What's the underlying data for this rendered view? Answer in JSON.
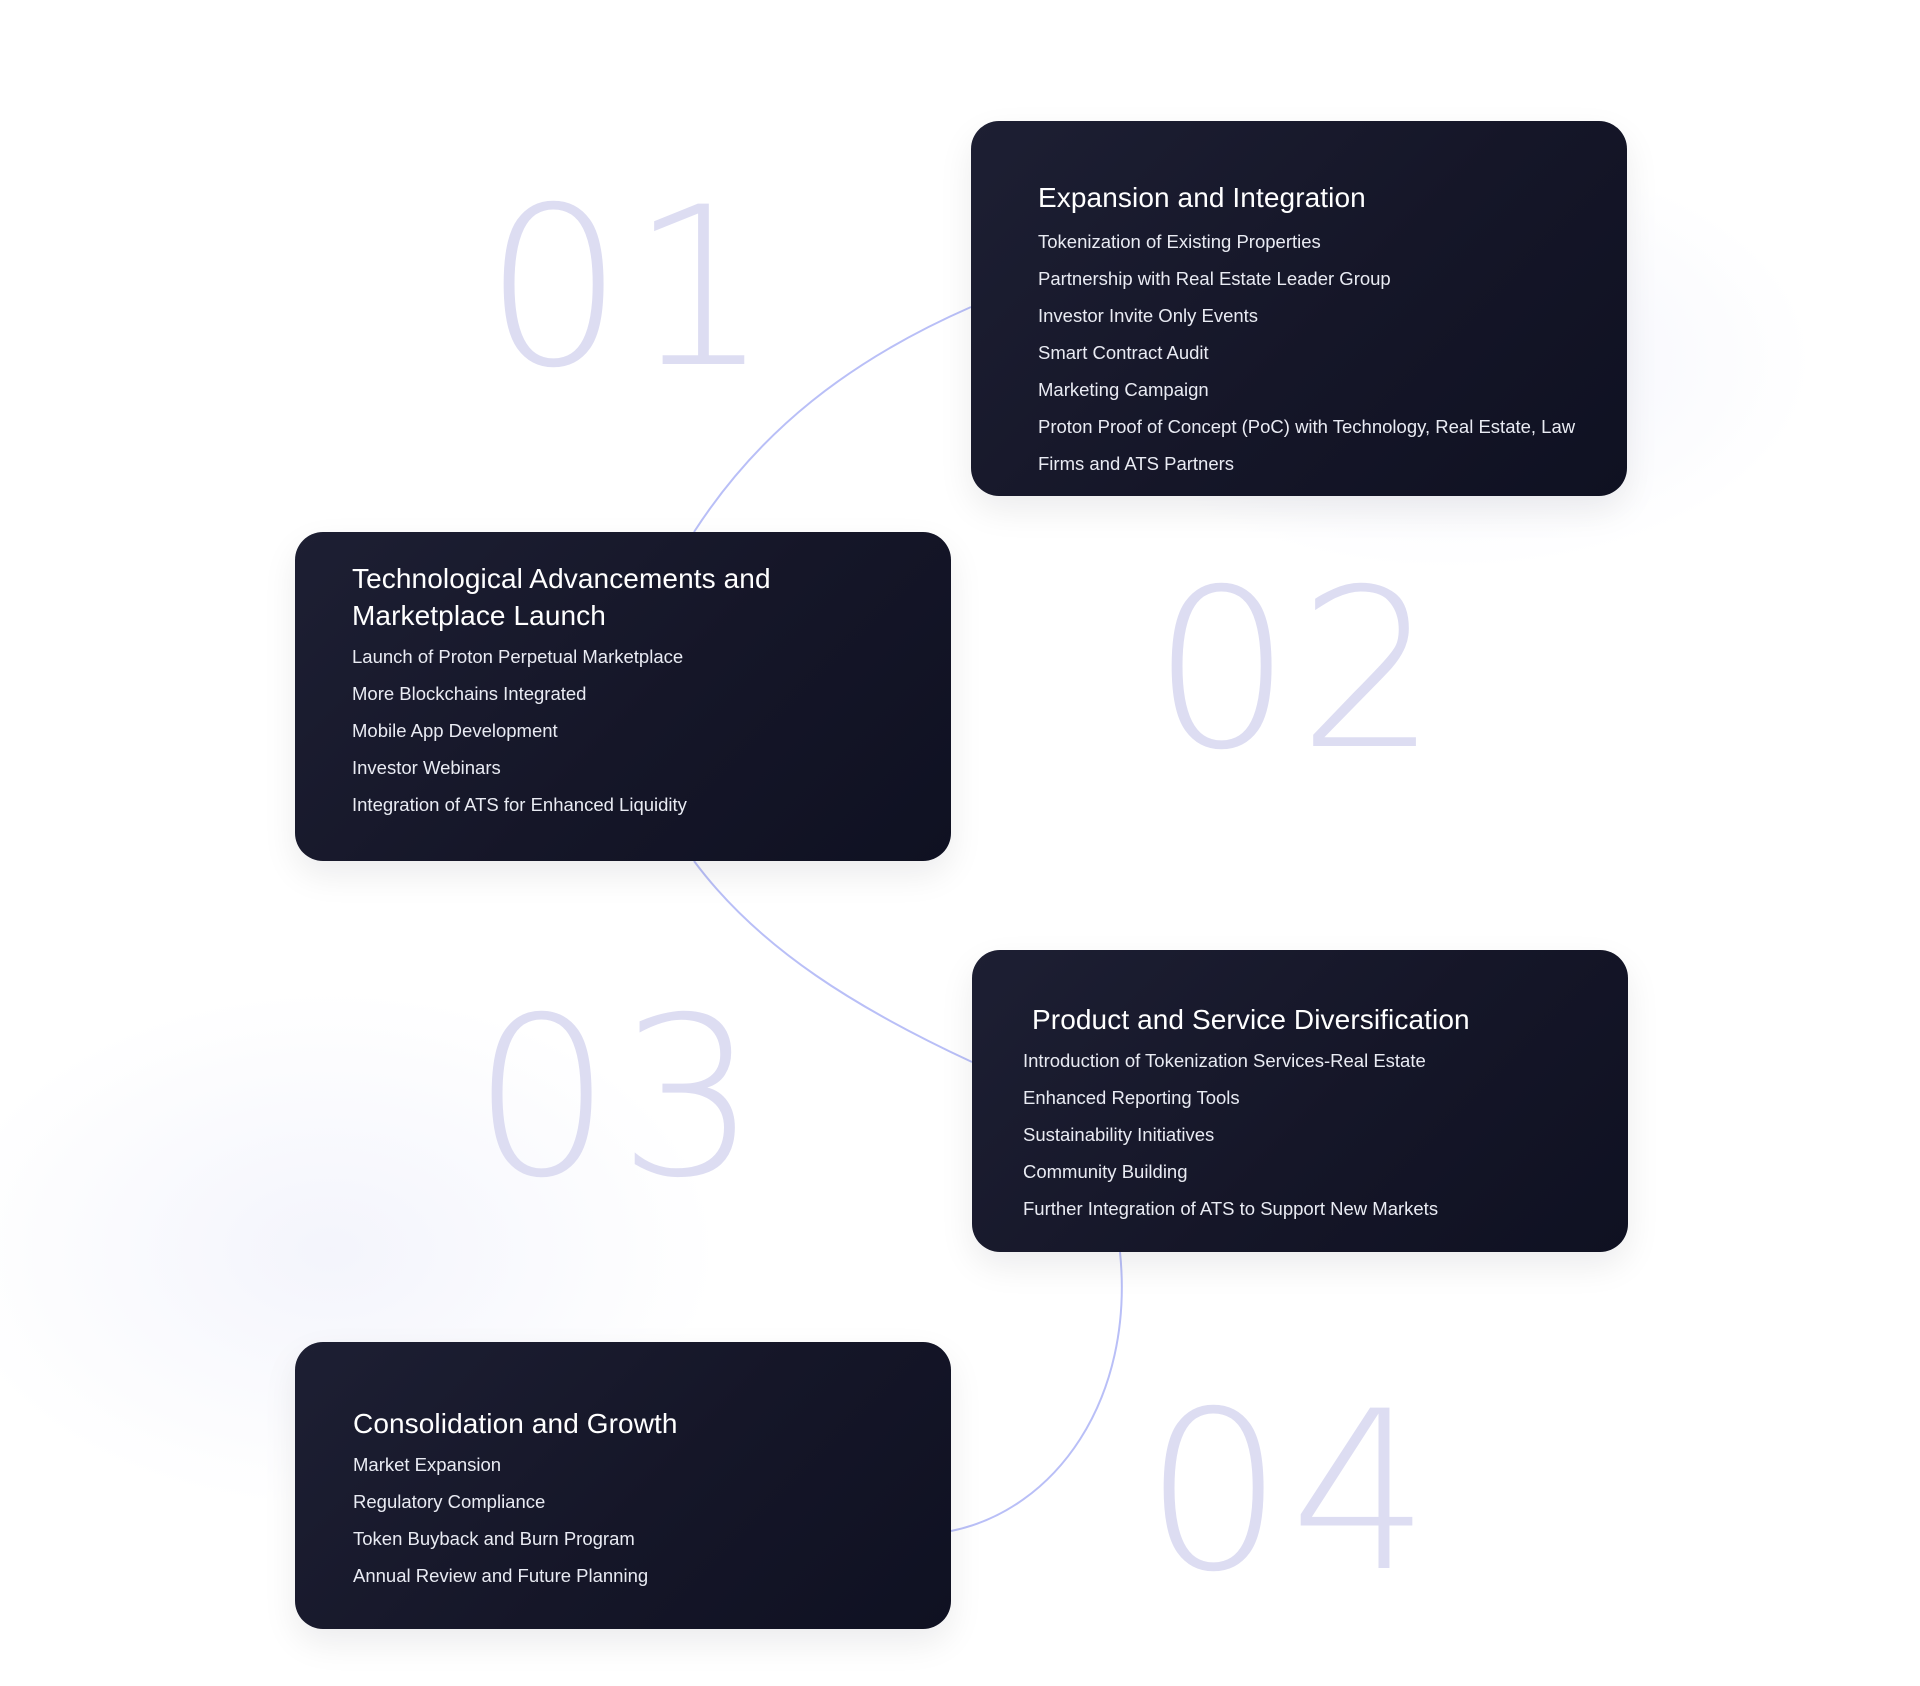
{
  "steps": [
    {
      "number": "01",
      "title": "Expansion and Integration",
      "items": [
        "Tokenization of Existing Properties",
        "Partnership with Real Estate Leader Group",
        "Investor Invite Only Events",
        "Smart Contract Audit",
        "Marketing Campaign",
        "Proton Proof of Concept (PoC) with Technology, Real Estate, Law Firms and ATS Partners"
      ]
    },
    {
      "number": "02",
      "title": "Technological Advancements and Marketplace Launch",
      "items": [
        "Launch of Proton Perpetual Marketplace",
        "More Blockchains Integrated",
        "Mobile App Development",
        "Investor Webinars",
        "Integration of ATS for Enhanced Liquidity"
      ]
    },
    {
      "number": "03",
      "title": "Product and Service Diversification",
      "items": [
        "Introduction of Tokenization Services-Real Estate",
        "Enhanced Reporting Tools",
        "Sustainability Initiatives",
        "Community Building",
        "Further Integration of ATS to Support New Markets"
      ]
    },
    {
      "number": "04",
      "title": "Consolidation and Growth",
      "items": [
        "Market Expansion",
        "Regulatory Compliance",
        "Token Buyback and Burn Program",
        "Annual Review and Future Planning"
      ]
    }
  ],
  "colors": {
    "card_background": "#151628",
    "card_text": "#ffffff",
    "connector_line": "#b9bff7",
    "step_number": "#ddddf2",
    "page_background": "#ffffff"
  }
}
